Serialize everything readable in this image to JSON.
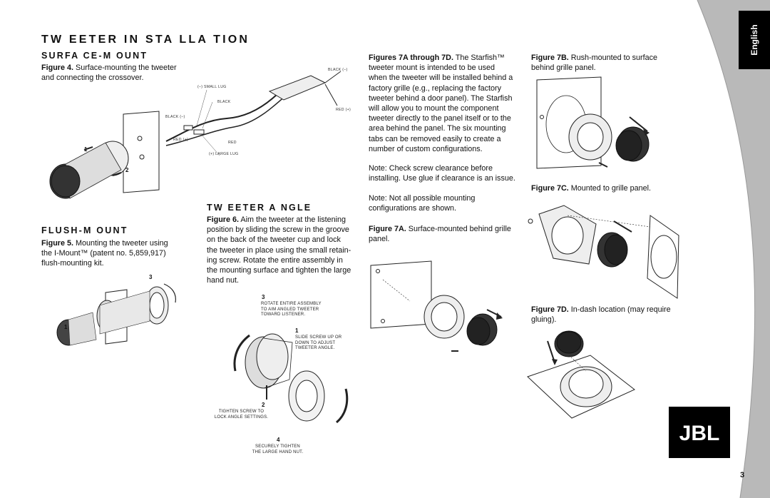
{
  "page": {
    "title": "TW EETER IN STA LLA TION",
    "page_number": "3",
    "language_tab": "English",
    "logo_text": "JBL"
  },
  "surface": {
    "heading": "SURFA CE-M OUNT",
    "fig_label": "Figure 4.",
    "fig_text_1": " Surface-mounting the tweeter",
    "fig_text_2": "and connecting the crossover.",
    "labels": {
      "black_neg_top": "BLACK (–)",
      "small_lug": "(–) SMALL LUG",
      "black": "BLACK",
      "red_pos_right": "RED (+)",
      "black_neg_left": "BLACK (–)",
      "red_pos_left": "RED (+)",
      "red": "RED",
      "large_lug": "(+) LARGE LUG",
      "n1": "1",
      "n2": "2"
    }
  },
  "flush": {
    "heading": "FLUSH-M OUNT",
    "lines": [
      "Figure 5. Mounting the tweeter using",
      "the I-Mount™ (patent no. 5,859,917)",
      "flush-mounting kit."
    ],
    "fig_label": "Figure 5.",
    "line1_rest": " Mounting the tweeter using",
    "line2": "the I-Mount™ (patent no. 5,859,917)",
    "line3": "flush-mounting kit.",
    "n1": "1",
    "n3": "3"
  },
  "angle": {
    "heading": "TW EETER A NGLE",
    "fig_label": "Figure 6.",
    "line1_rest": " Aim the tweeter at the listening",
    "lines": [
      "position by sliding the screw in the groove",
      "on the back of the tweeter cup and lock",
      "the tweeter in place using the small retain-",
      "ing screw. Rotate the entire assembly in",
      "the mounting surface and tighten the large",
      "hand nut."
    ],
    "step3_num": "3",
    "step3_text": [
      "ROTATE ENTIRE ASSEMBLY",
      "TO AIM ANGLED TWEETER",
      "TOWARD LISTENER."
    ],
    "step1_num": "1",
    "step1_text": [
      "SLIDE SCREW UP OR",
      "DOWN TO ADJUST",
      "TWEETER ANGLE."
    ],
    "step2_num": "2",
    "step2_text": [
      "TIGHTEN SCREW TO",
      "LOCK ANGLE SETTINGS."
    ],
    "step4_num": "4",
    "step4_text": [
      "SECURELY TIGHTEN",
      "THE LARGE HAND NUT."
    ]
  },
  "starfish": {
    "fig_label": "Figures 7A through 7D.",
    "line1_rest": " The Starfish™",
    "lines": [
      "tweeter mount is intended to be used",
      "when the tweeter will be installed behind a",
      "factory grille (e.g., replacing the factory",
      "tweeter behind a door panel). The Starfish",
      "will allow you to mount the component",
      "tweeter directly to the panel itself or to the",
      "area behind the panel. The six mounting",
      "tabs can be removed easily to create a",
      "number of custom configurations."
    ],
    "note1": [
      "Note: Check screw clearance before",
      "installing. Use glue if clearance is an issue."
    ],
    "note2": [
      "Note: Not all possible mounting",
      "configurations are shown."
    ],
    "fig7a_label": "Figure 7A.",
    "fig7a_rest": " Surface-mounted behind grille",
    "fig7a_line2": "panel."
  },
  "right": {
    "fig7b_label": "Figure 7B.",
    "fig7b_rest": " Rush-mounted to surface",
    "fig7b_line2": "behind grille panel.",
    "fig7c_label": "Figure 7C.",
    "fig7c_rest": " Mounted to grille panel.",
    "fig7d_label": "Figure 7D.",
    "fig7d_rest": " In-dash location (may require",
    "fig7d_line2": "gluing)."
  }
}
